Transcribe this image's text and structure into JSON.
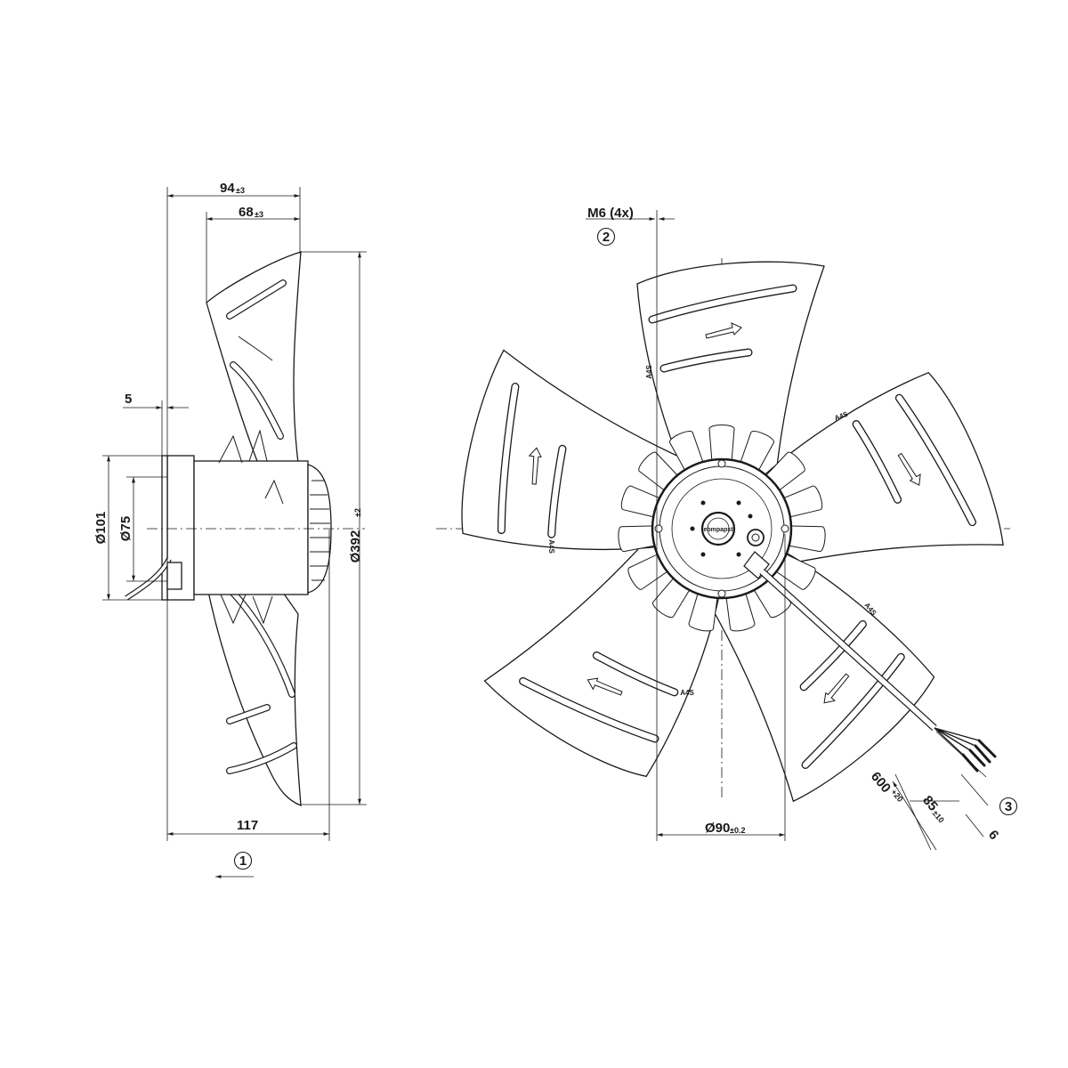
{
  "side_view": {
    "dim_overall_depth": {
      "value": "94",
      "tol": "±3"
    },
    "dim_blade_depth": {
      "value": "68",
      "tol": "±3"
    },
    "dim_total_length": {
      "value": "117"
    },
    "dim_flange": {
      "value": "5"
    },
    "dim_d101": {
      "value": "Ø101"
    },
    "dim_d75": {
      "value": "Ø75"
    },
    "dim_d392": {
      "value": "Ø392",
      "tol": "±2"
    },
    "callout_1": "1"
  },
  "front_view": {
    "thread_label": "M6 (4x)",
    "callout_2": "2",
    "callout_3": "3",
    "dim_d90": {
      "value": "Ø90",
      "tol": "±0.2"
    },
    "dim_cable_length": {
      "value": "600",
      "tol": "+20"
    },
    "dim_strip_length": {
      "value": "85",
      "tol": "±10"
    },
    "dim_wire_end": {
      "value": "6"
    },
    "blade_marking": "A4S",
    "brand_text": "ebmpapst"
  },
  "colors": {
    "line": "#1a1a1a",
    "background": "#ffffff"
  }
}
